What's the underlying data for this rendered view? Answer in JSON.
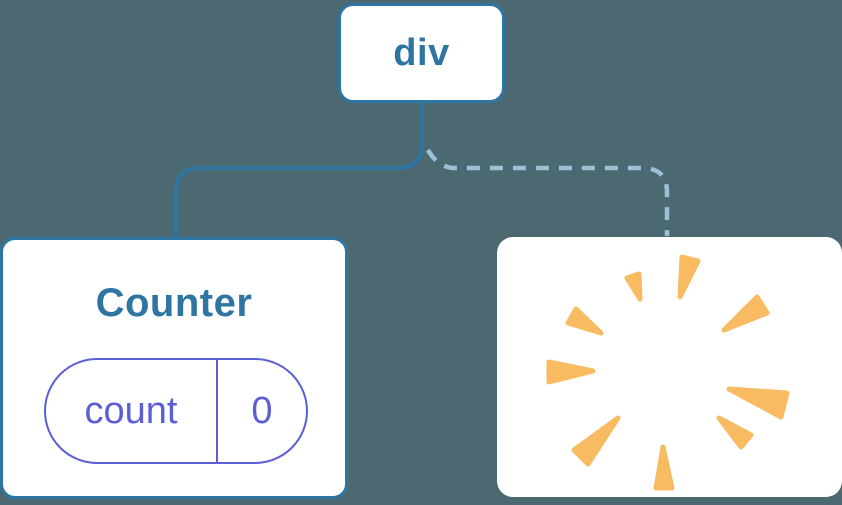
{
  "diagram": {
    "kind": "component-tree",
    "root": {
      "label": "div"
    },
    "counter": {
      "title": "Counter",
      "state_key": "count",
      "state_value": "0",
      "link_style": "solid"
    },
    "removed": {
      "icon": "poof-icon",
      "link_style": "dashed"
    }
  },
  "colors": {
    "background": "#4C6871",
    "node_border": "#2F75A1",
    "node_text": "#2F75A1",
    "state_purple": "#5C5ED6",
    "solid_link": "#2F75A1",
    "dashed_link": "#9CC0DA",
    "poof_orange": "#F8BB61",
    "node_fill": "#FFFFFF"
  }
}
